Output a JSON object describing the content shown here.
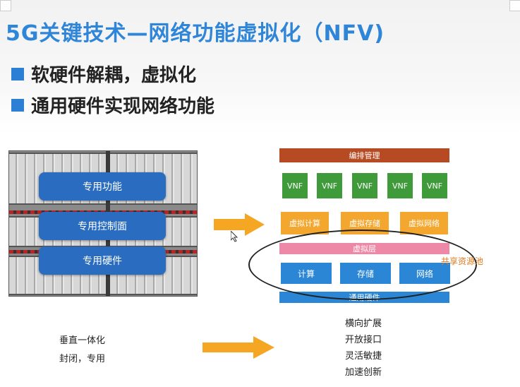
{
  "slide": {
    "title": "5G关键技术—网络功能虚拟化（NFV)",
    "bullets": [
      "软硬件解耦，虚拟化",
      "通用硬件实现网络功能"
    ]
  },
  "left_figure": {
    "pills": [
      "专用功能",
      "专用控制面",
      "专用硬件"
    ],
    "caption_lines": [
      "垂直一体化",
      "封闭，专用"
    ]
  },
  "right_figure": {
    "orchestration": "编排管理",
    "vnfs": [
      "VNF",
      "VNF",
      "VNF",
      "VNF",
      "VNF"
    ],
    "virtual_resources": [
      "虚拟计算",
      "虚拟存储",
      "虚拟网络"
    ],
    "virtual_layer": "虚拟层",
    "resources": [
      "计算",
      "存储",
      "网络"
    ],
    "hardware": "通用硬件",
    "pool_label": "共享资源池",
    "benefits": [
      "横向扩展",
      "开放接口",
      "灵活敏捷",
      "加速创新"
    ]
  },
  "colors": {
    "title": "#2f86d8",
    "bullet_square": "#2b7fd4",
    "arrow": "#f5a623",
    "orchestration": "#b64a22",
    "vnf": "#3f9a3a",
    "virtual_resource": "#f4a72e",
    "virtual_layer": "#ee88a8",
    "resource": "#2b86d6"
  }
}
